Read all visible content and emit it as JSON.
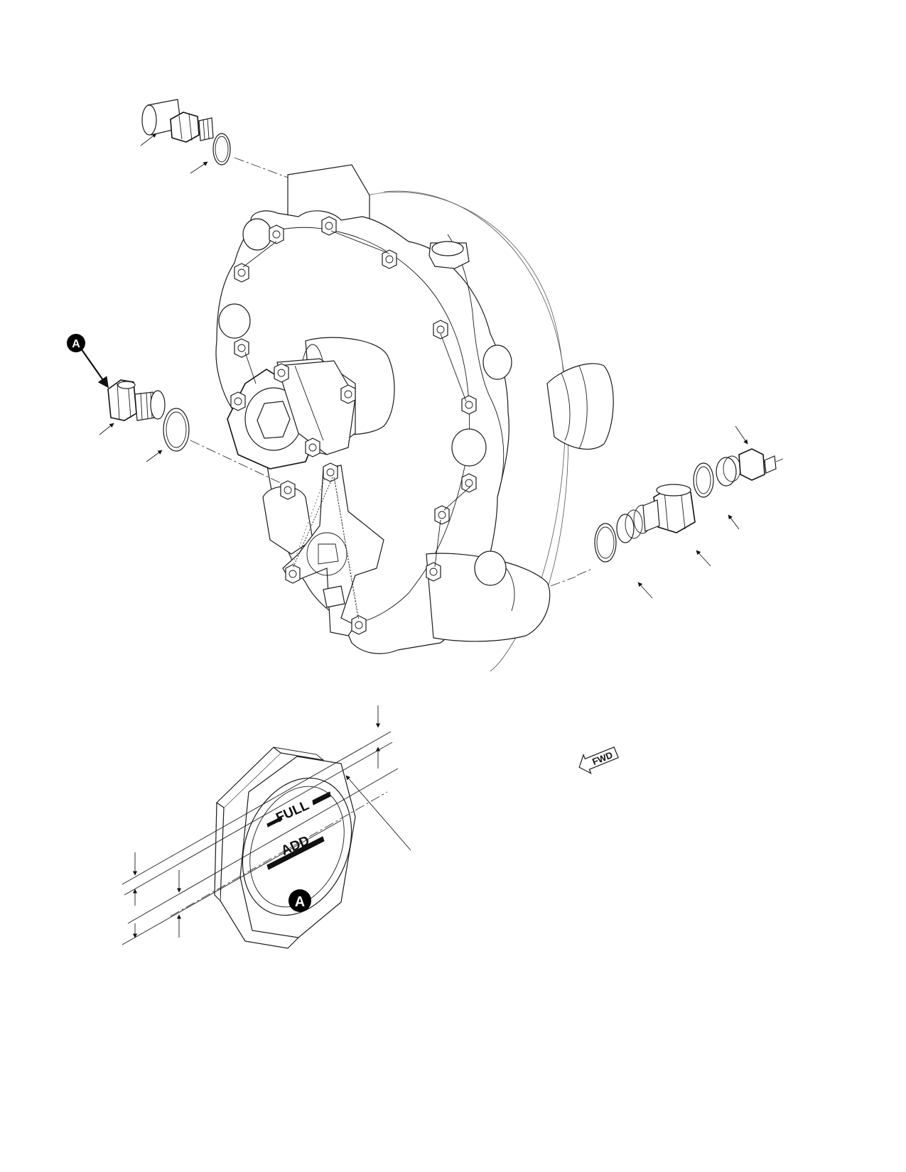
{
  "callouts": {
    "top_label": "A",
    "detail_label": "A"
  },
  "sight_gauge": {
    "full_text": "FULL",
    "add_text": "ADD"
  },
  "direction_marker": {
    "text": "FWD"
  },
  "colors": {
    "line": "#1a1a1a",
    "fill": "#ffffff",
    "callout_fill": "#000000",
    "callout_text": "#ffffff"
  }
}
